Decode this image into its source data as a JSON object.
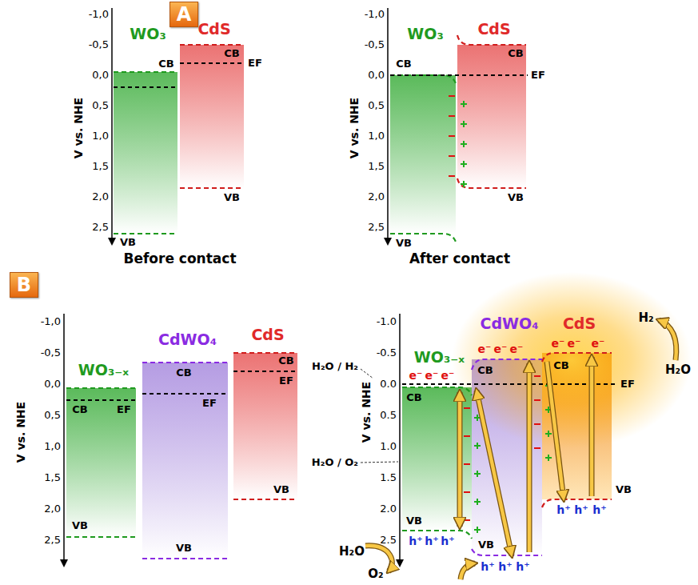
{
  "diagram": {
    "nodes": [
      {
        "text": [
          "A"
        ]
      },
      {
        "text": [
          "WO₃"
        ]
      },
      {
        "text": [
          "CdS"
        ]
      },
      {
        "text": [
          "WO₃"
        ]
      },
      {
        "text": [
          "CdS"
        ]
      },
      {
        "text": [
          "B"
        ]
      },
      {
        "text": [
          "WO₃₋ₓ"
        ]
      },
      {
        "text": [
          "CdWO₄"
        ]
      },
      {
        "text": [
          "CdS"
        ]
      },
      {
        "text": [
          "WO₃₋ₓ"
        ]
      },
      {
        "text": [
          "CdWO₄"
        ]
      },
      {
        "text": [
          "CdS"
        ]
      }
    ],
    "edges": [
      {
        "from": 9,
        "to": 10,
        "arrow": "both"
      },
      {
        "from": 10,
        "to": 11,
        "arrow": "to"
      }
    ],
    "labels": [
      "-1,0",
      "-0,5",
      "0,0",
      "0,5",
      "1,0",
      "1,5",
      "2,0",
      "2,5",
      "V vs. NHE",
      "CB",
      "VB",
      "CB",
      "EF",
      "VB",
      "Before contact",
      "-1,0",
      "-0,5",
      "0,0",
      "0,5",
      "1,0",
      "1,5",
      "2,0",
      "2,5",
      "V vs. NHE",
      "CB",
      "VB",
      "CB",
      "VB",
      "EF",
      "After contact",
      "-1,0",
      "-0,5",
      "0,0",
      "0,5",
      "1,0",
      "1,5",
      "2,0",
      "2,5",
      "V vs. NHE",
      "CB",
      "EF",
      "VB",
      "CB",
      "EF",
      "VB",
      "CB",
      "EF",
      "VB",
      "-1.0",
      "-0.5",
      "0.0",
      "0.5",
      "1.0",
      "1.5",
      "2.0",
      "2.5",
      "V vs. NHE",
      "H₂O / H₂",
      "H₂O / O₂",
      "CB",
      "VB",
      "CB",
      "VB",
      "CB",
      "VB",
      "EF",
      "e⁻",
      "e⁻",
      "e⁻",
      "e⁻",
      "e⁻",
      "e⁻",
      "e⁻",
      "e⁻",
      "e⁻",
      "h⁺",
      "h⁺",
      "h⁺",
      "h⁺",
      "h⁺",
      "h⁺",
      "h⁺",
      "h⁺",
      "h⁺",
      "H₂",
      "H₂O",
      "H₂O",
      "O₂"
    ]
  }
}
